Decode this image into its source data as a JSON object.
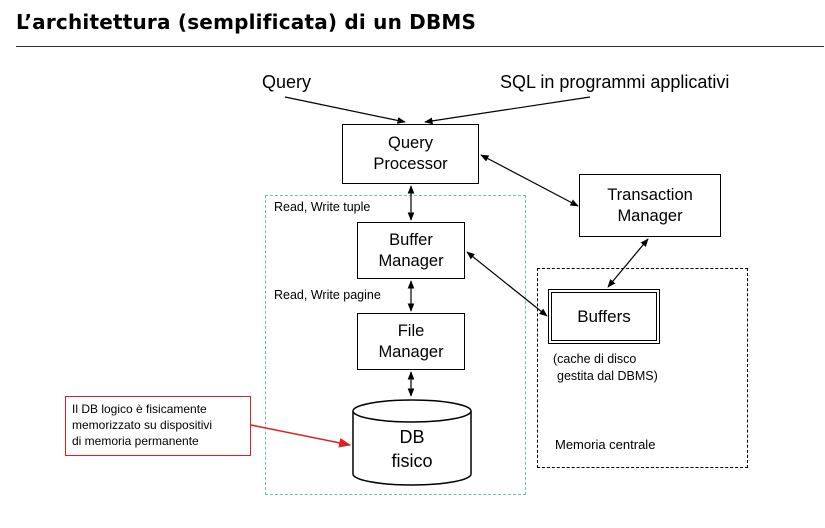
{
  "title": "L’architettura (semplificata) di un DBMS",
  "inputs": {
    "query": "Query",
    "sql": "SQL in programmi applicativi"
  },
  "components": {
    "query_processor": [
      "Query",
      "Processor"
    ],
    "transaction_manager": [
      "Transaction",
      "Manager"
    ],
    "buffer_manager": [
      "Buffer",
      "Manager"
    ],
    "file_manager": [
      "File",
      "Manager"
    ],
    "buffers": "Buffers",
    "db_fisico": [
      "DB",
      "fisico"
    ]
  },
  "edge_labels": {
    "read_write_tuple": "Read, Write tuple",
    "read_write_pagine": "Read, Write pagine"
  },
  "buffers_caption": [
    "(cache di disco",
    "gestita dal DBMS)"
  ],
  "memory_region_label": "Memoria centrale",
  "note": [
    "Il DB logico è fisicamente",
    "memorizzato su dispositivi",
    "di memoria permanente"
  ],
  "colors": {
    "note_border": "#e02020",
    "note_arrow": "#e02020",
    "storage_region_border": "#66c2b0"
  }
}
